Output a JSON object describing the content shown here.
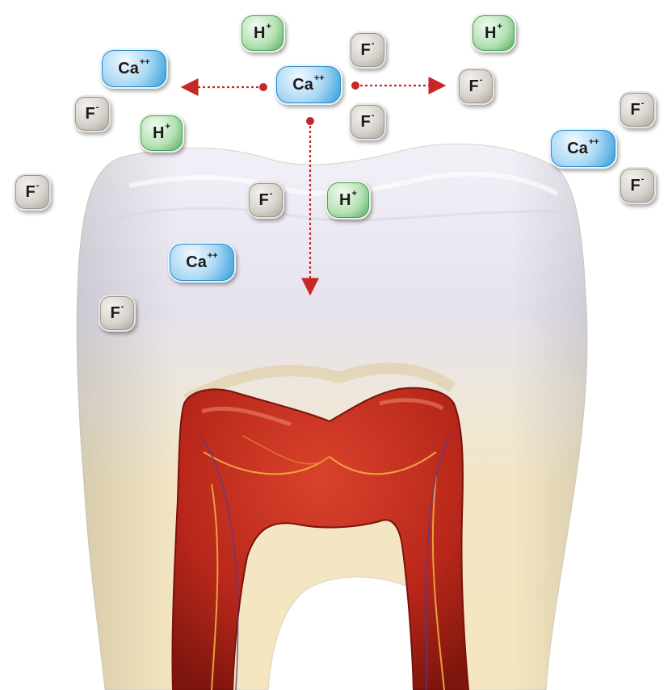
{
  "ions": [
    {
      "type": "h",
      "symbol": "H",
      "charge": "+"
    },
    {
      "type": "f",
      "symbol": "F",
      "charge": "-"
    },
    {
      "type": "h",
      "symbol": "H",
      "charge": "+"
    },
    {
      "type": "ca",
      "symbol": "Ca",
      "charge": "++"
    },
    {
      "type": "ca",
      "symbol": "Ca",
      "charge": "++"
    },
    {
      "type": "f",
      "symbol": "F",
      "charge": "-"
    },
    {
      "type": "f",
      "symbol": "F",
      "charge": "-"
    },
    {
      "type": "f",
      "symbol": "F",
      "charge": "-"
    },
    {
      "type": "h",
      "symbol": "H",
      "charge": "+"
    },
    {
      "type": "f",
      "symbol": "F",
      "charge": "-"
    },
    {
      "type": "f",
      "symbol": "F",
      "charge": "-"
    },
    {
      "type": "ca",
      "symbol": "Ca",
      "charge": "++"
    },
    {
      "type": "f",
      "symbol": "F",
      "charge": "-"
    },
    {
      "type": "f",
      "symbol": "F",
      "charge": "-"
    },
    {
      "type": "h",
      "symbol": "H",
      "charge": "+"
    },
    {
      "type": "ca",
      "symbol": "Ca",
      "charge": "++"
    },
    {
      "type": "f",
      "symbol": "F",
      "charge": "-"
    }
  ],
  "colors": {
    "arrow": "#c62828",
    "enamel": "#ece9f3",
    "dentin": "#f1e6c8",
    "pulp": "#c0281b",
    "calcium_ion": "#39a3dd",
    "hydrogen_ion": "#5db566",
    "fluoride_ion": "#bdb6ae"
  }
}
